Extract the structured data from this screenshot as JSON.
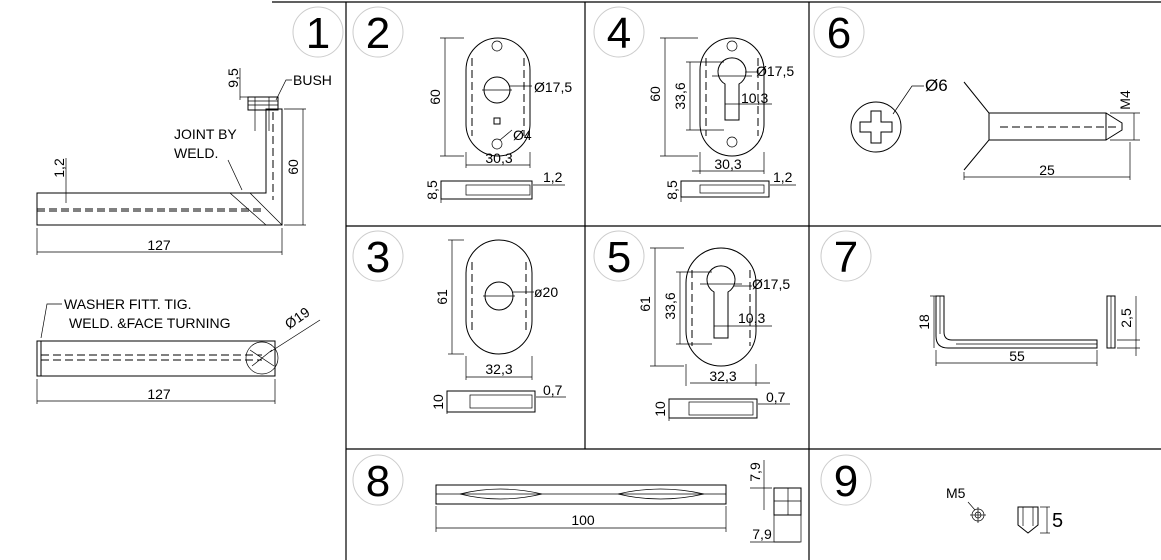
{
  "parts": [
    {
      "number": "1",
      "labels": {
        "bush": "BUSH",
        "dim_top": "9,5",
        "joint_line1": "JOINT BY",
        "joint_line2": "WELD.",
        "dim_thk": "1,2",
        "dim_height": "60",
        "dim_len_top": "127",
        "washer_line1": "WASHER FITT. TIG.",
        "washer_line2": "WELD. &FACE TURNING",
        "diam": "Ø19",
        "dim_len_bottom": "127"
      }
    },
    {
      "number": "2",
      "labels": {
        "height": "60",
        "diam_large": "Ø17,5",
        "diam_small": "Ø4",
        "width": "30,3",
        "thk_side": "8,5",
        "thk": "1,2"
      }
    },
    {
      "number": "3",
      "labels": {
        "height": "61",
        "diam": "ø20",
        "width": "32,3",
        "thk_side": "10",
        "thk": "0,7"
      }
    },
    {
      "number": "4",
      "labels": {
        "height": "60",
        "slot_height": "33,6",
        "diam": "Ø17,5",
        "slot_width": "10,3",
        "width": "30,3",
        "thk_side": "8,5",
        "thk": "1,2"
      }
    },
    {
      "number": "5",
      "labels": {
        "height": "61",
        "slot_height": "33,6",
        "diam": "Ø17,5",
        "slot_width": "10,3",
        "width": "32,3",
        "thk_side": "10",
        "thk": "0,7"
      }
    },
    {
      "number": "6",
      "labels": {
        "diam": "Ø6",
        "thread": "M4",
        "length": "25"
      }
    },
    {
      "number": "7",
      "labels": {
        "height": "18",
        "thk": "2,5",
        "length": "55"
      }
    },
    {
      "number": "8",
      "labels": {
        "length": "100",
        "side_top": "7,9",
        "side_bottom": "7,9"
      }
    },
    {
      "number": "9",
      "labels": {
        "thread": "M5",
        "length": "5"
      }
    }
  ]
}
